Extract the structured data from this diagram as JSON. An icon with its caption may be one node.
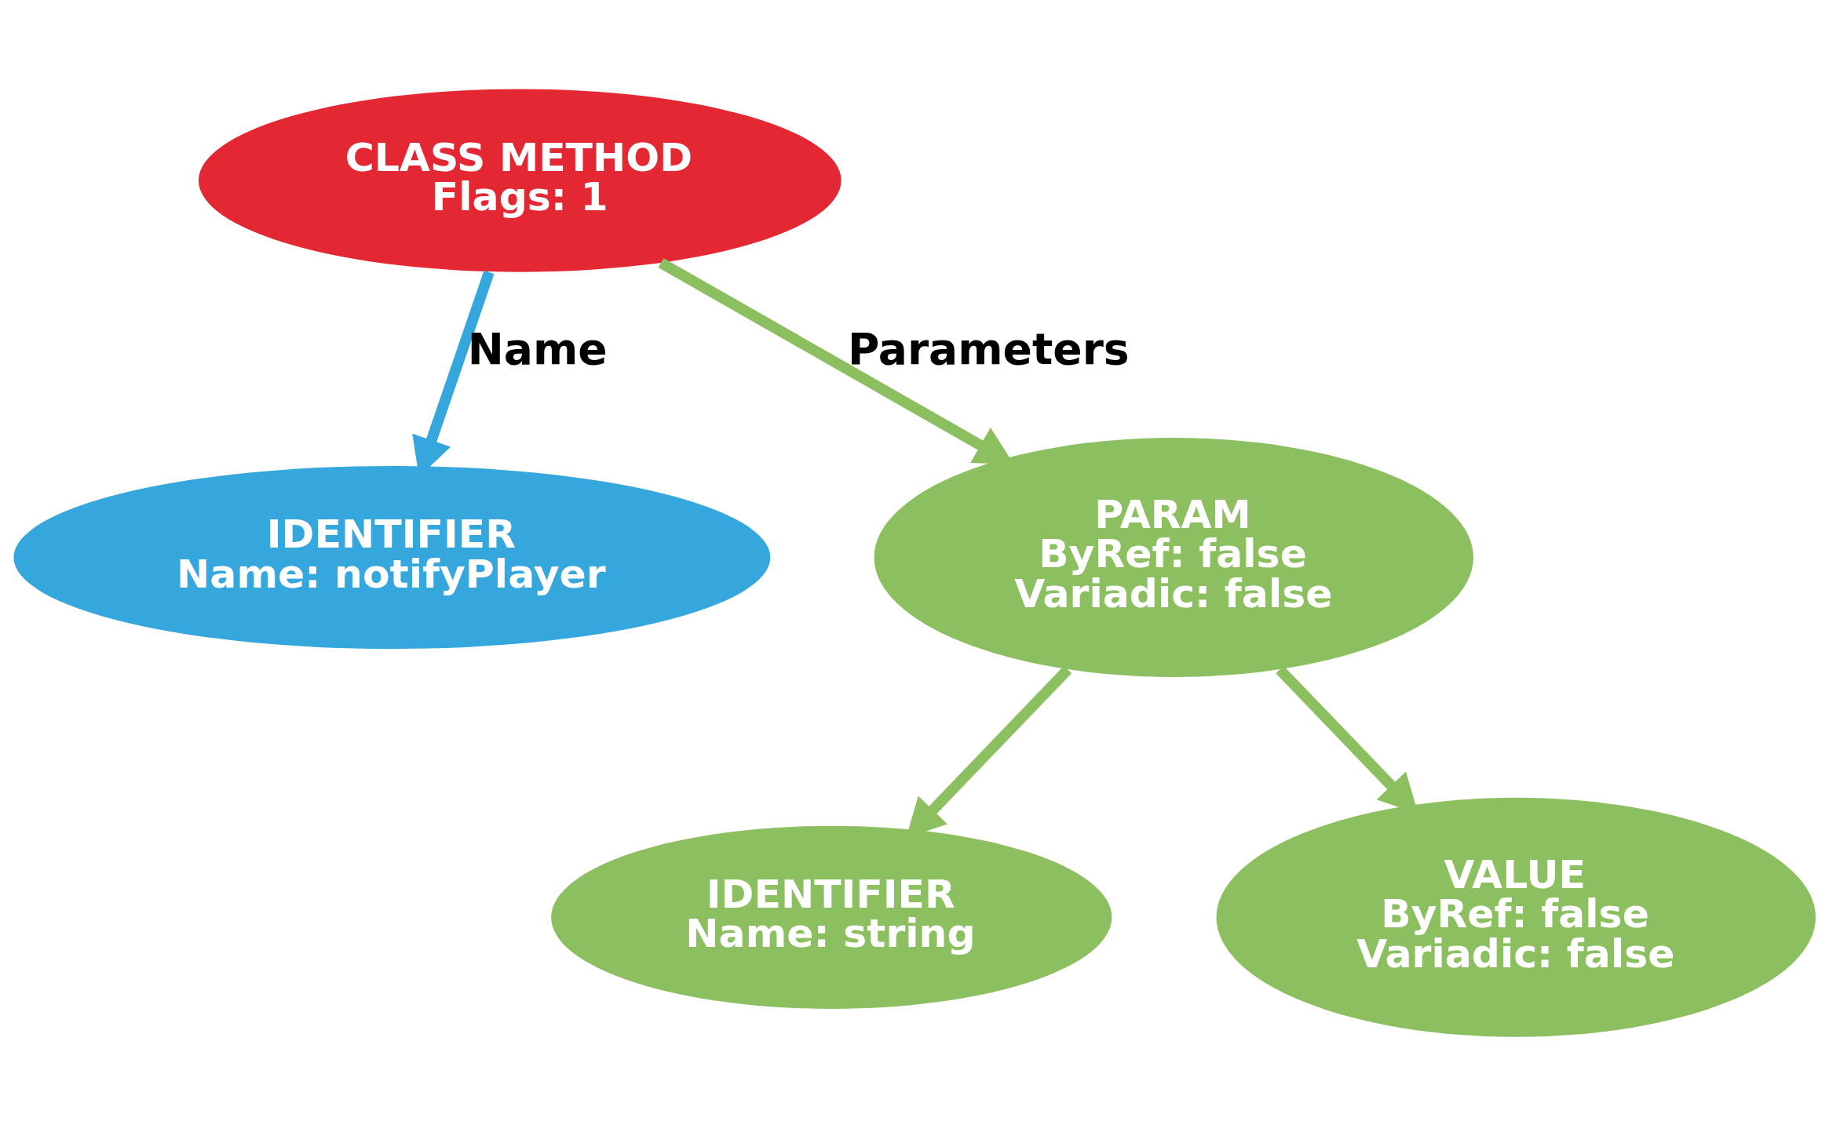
{
  "diagram": {
    "nodes": [
      {
        "text": [
          "CLASS METHOD",
          "Flags: 1"
        ]
      },
      {
        "text": [
          "IDENTIFIER",
          "Name: notifyPlayer"
        ]
      },
      {
        "text": [
          "PARAM",
          "ByRef: false",
          "Variadic: false"
        ]
      },
      {
        "text": [
          "IDENTIFIER",
          "Name: string"
        ]
      },
      {
        "text": [
          "VALUE",
          "ByRef: false",
          "Variadic: false"
        ]
      }
    ],
    "edges": [
      {
        "from": 0,
        "to": 1,
        "arrow": "to",
        "label": "Name",
        "color": "#35a7dc"
      },
      {
        "from": 0,
        "to": 2,
        "arrow": "to",
        "label": "Parameters"
      },
      {
        "from": 2,
        "to": 3,
        "arrow": "to"
      },
      {
        "from": 2,
        "to": 4,
        "arrow": "to"
      }
    ]
  }
}
